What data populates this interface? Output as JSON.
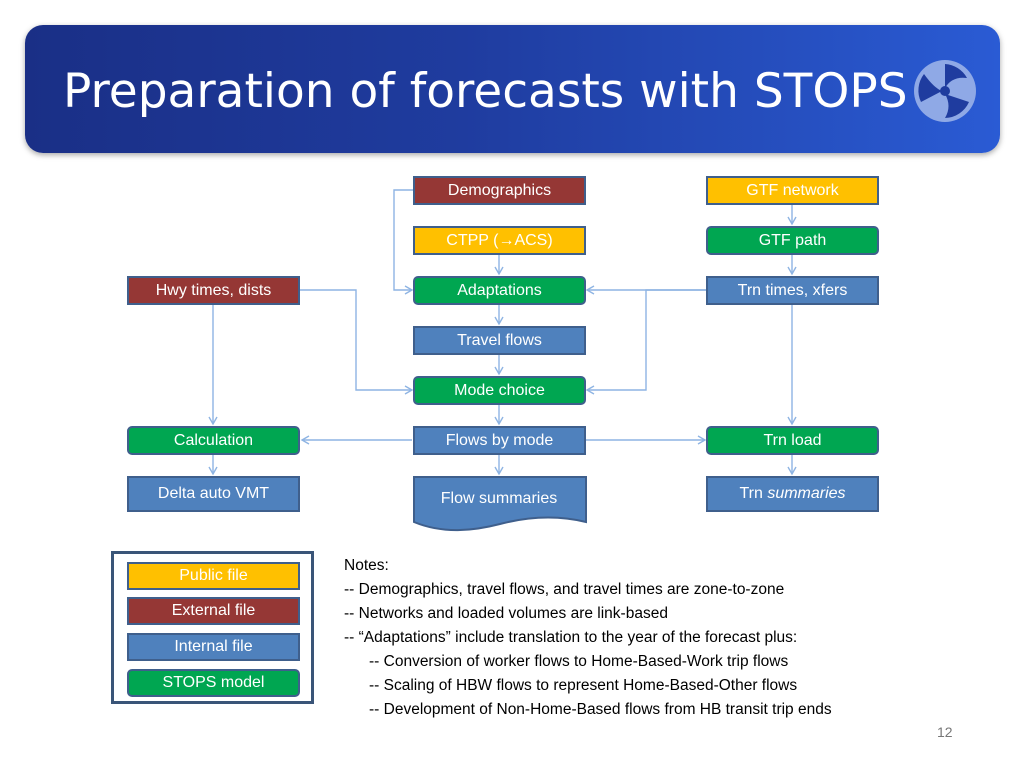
{
  "slide": {
    "title": "Preparation of forecasts with STOPS",
    "logo_icon": "dot-tri-wheel-icon",
    "page_number": "12"
  },
  "colors": {
    "public": "#ffc000",
    "external": "#953735",
    "internal": "#4f81bd",
    "model": "#00a651",
    "arrow": "#8eb4e3",
    "banner": "#1f3c9f"
  },
  "nodes": {
    "demographics": {
      "label": "Demographics",
      "kind": "external"
    },
    "gtf_network": {
      "label": "GTF network",
      "kind": "public"
    },
    "ctpp": {
      "label": "CTPP (→ACS)",
      "kind": "public"
    },
    "gtf_path": {
      "label": "GTF path",
      "kind": "model"
    },
    "hwy_times": {
      "label": "Hwy times, dists",
      "kind": "external"
    },
    "adaptations": {
      "label": "Adaptations",
      "kind": "model"
    },
    "trn_times": {
      "label": "Trn times, xfers",
      "kind": "internal"
    },
    "travel_flows": {
      "label": "Travel flows",
      "kind": "internal"
    },
    "mode_choice": {
      "label": "Mode choice",
      "kind": "model"
    },
    "calculation": {
      "label": "Calculation",
      "kind": "model"
    },
    "flows_by_mode": {
      "label": "Flows by mode",
      "kind": "internal"
    },
    "trn_load": {
      "label": "Trn load",
      "kind": "model"
    },
    "delta_vmt": {
      "label": "Delta auto VMT",
      "kind": "internal"
    },
    "flow_summaries": {
      "label": "Flow summaries",
      "kind": "internal"
    },
    "trn_summaries": {
      "label_plain": "Trn ",
      "label_italic": "summaries",
      "kind": "internal"
    }
  },
  "legend": {
    "public": "Public file",
    "external": "External file",
    "internal": "Internal file",
    "model": "STOPS model"
  },
  "notes": {
    "heading": "Notes:",
    "lines": [
      "-- Demographics, travel flows, and travel times are zone-to-zone",
      "-- Networks and loaded volumes are link-based",
      "-- “Adaptations” include translation to the year of the forecast plus:"
    ],
    "sub_lines": [
      "-- Conversion of worker flows to Home-Based-Work trip flows",
      "-- Scaling of HBW flows to represent Home-Based-Other flows",
      "-- Development of Non-Home-Based flows from HB transit trip ends"
    ]
  }
}
